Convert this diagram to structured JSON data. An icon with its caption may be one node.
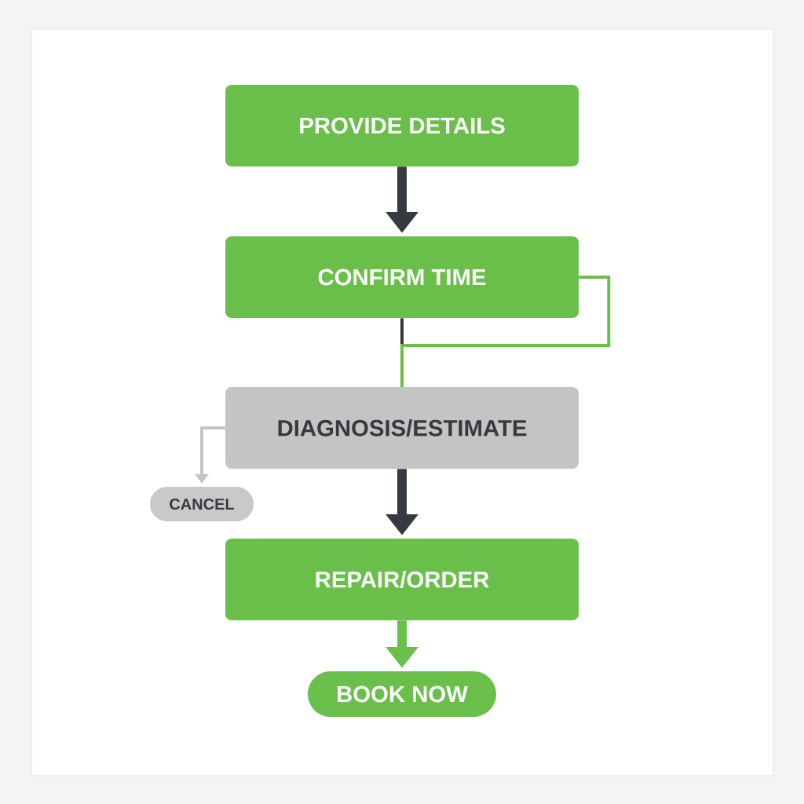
{
  "diagram": {
    "nodes": [
      {
        "text": [
          "PROVIDE DETAILS"
        ]
      },
      {
        "text": [
          "CONFIRM TIME"
        ]
      },
      {
        "text": [
          "DIAGNOSIS/ESTIMATE"
        ]
      },
      {
        "text": [
          "CANCEL"
        ]
      },
      {
        "text": [
          "REPAIR/ORDER"
        ]
      },
      {
        "text": [
          "BOOK NOW"
        ]
      }
    ],
    "edges": [
      {
        "from": 0,
        "to": 1,
        "arrow": "to",
        "style": "thick"
      },
      {
        "from": 1,
        "to": 2,
        "arrow": "none"
      },
      {
        "from": 1,
        "to": 2,
        "arrow": "none",
        "color": "#6abf4b"
      },
      {
        "from": 2,
        "to": 3,
        "arrow": "to",
        "color": "#c4c4c4"
      },
      {
        "from": 2,
        "to": 4,
        "arrow": "to",
        "style": "thick"
      },
      {
        "from": 4,
        "to": 5,
        "arrow": "to",
        "style": "thick",
        "color": "#6abf4b"
      }
    ]
  }
}
